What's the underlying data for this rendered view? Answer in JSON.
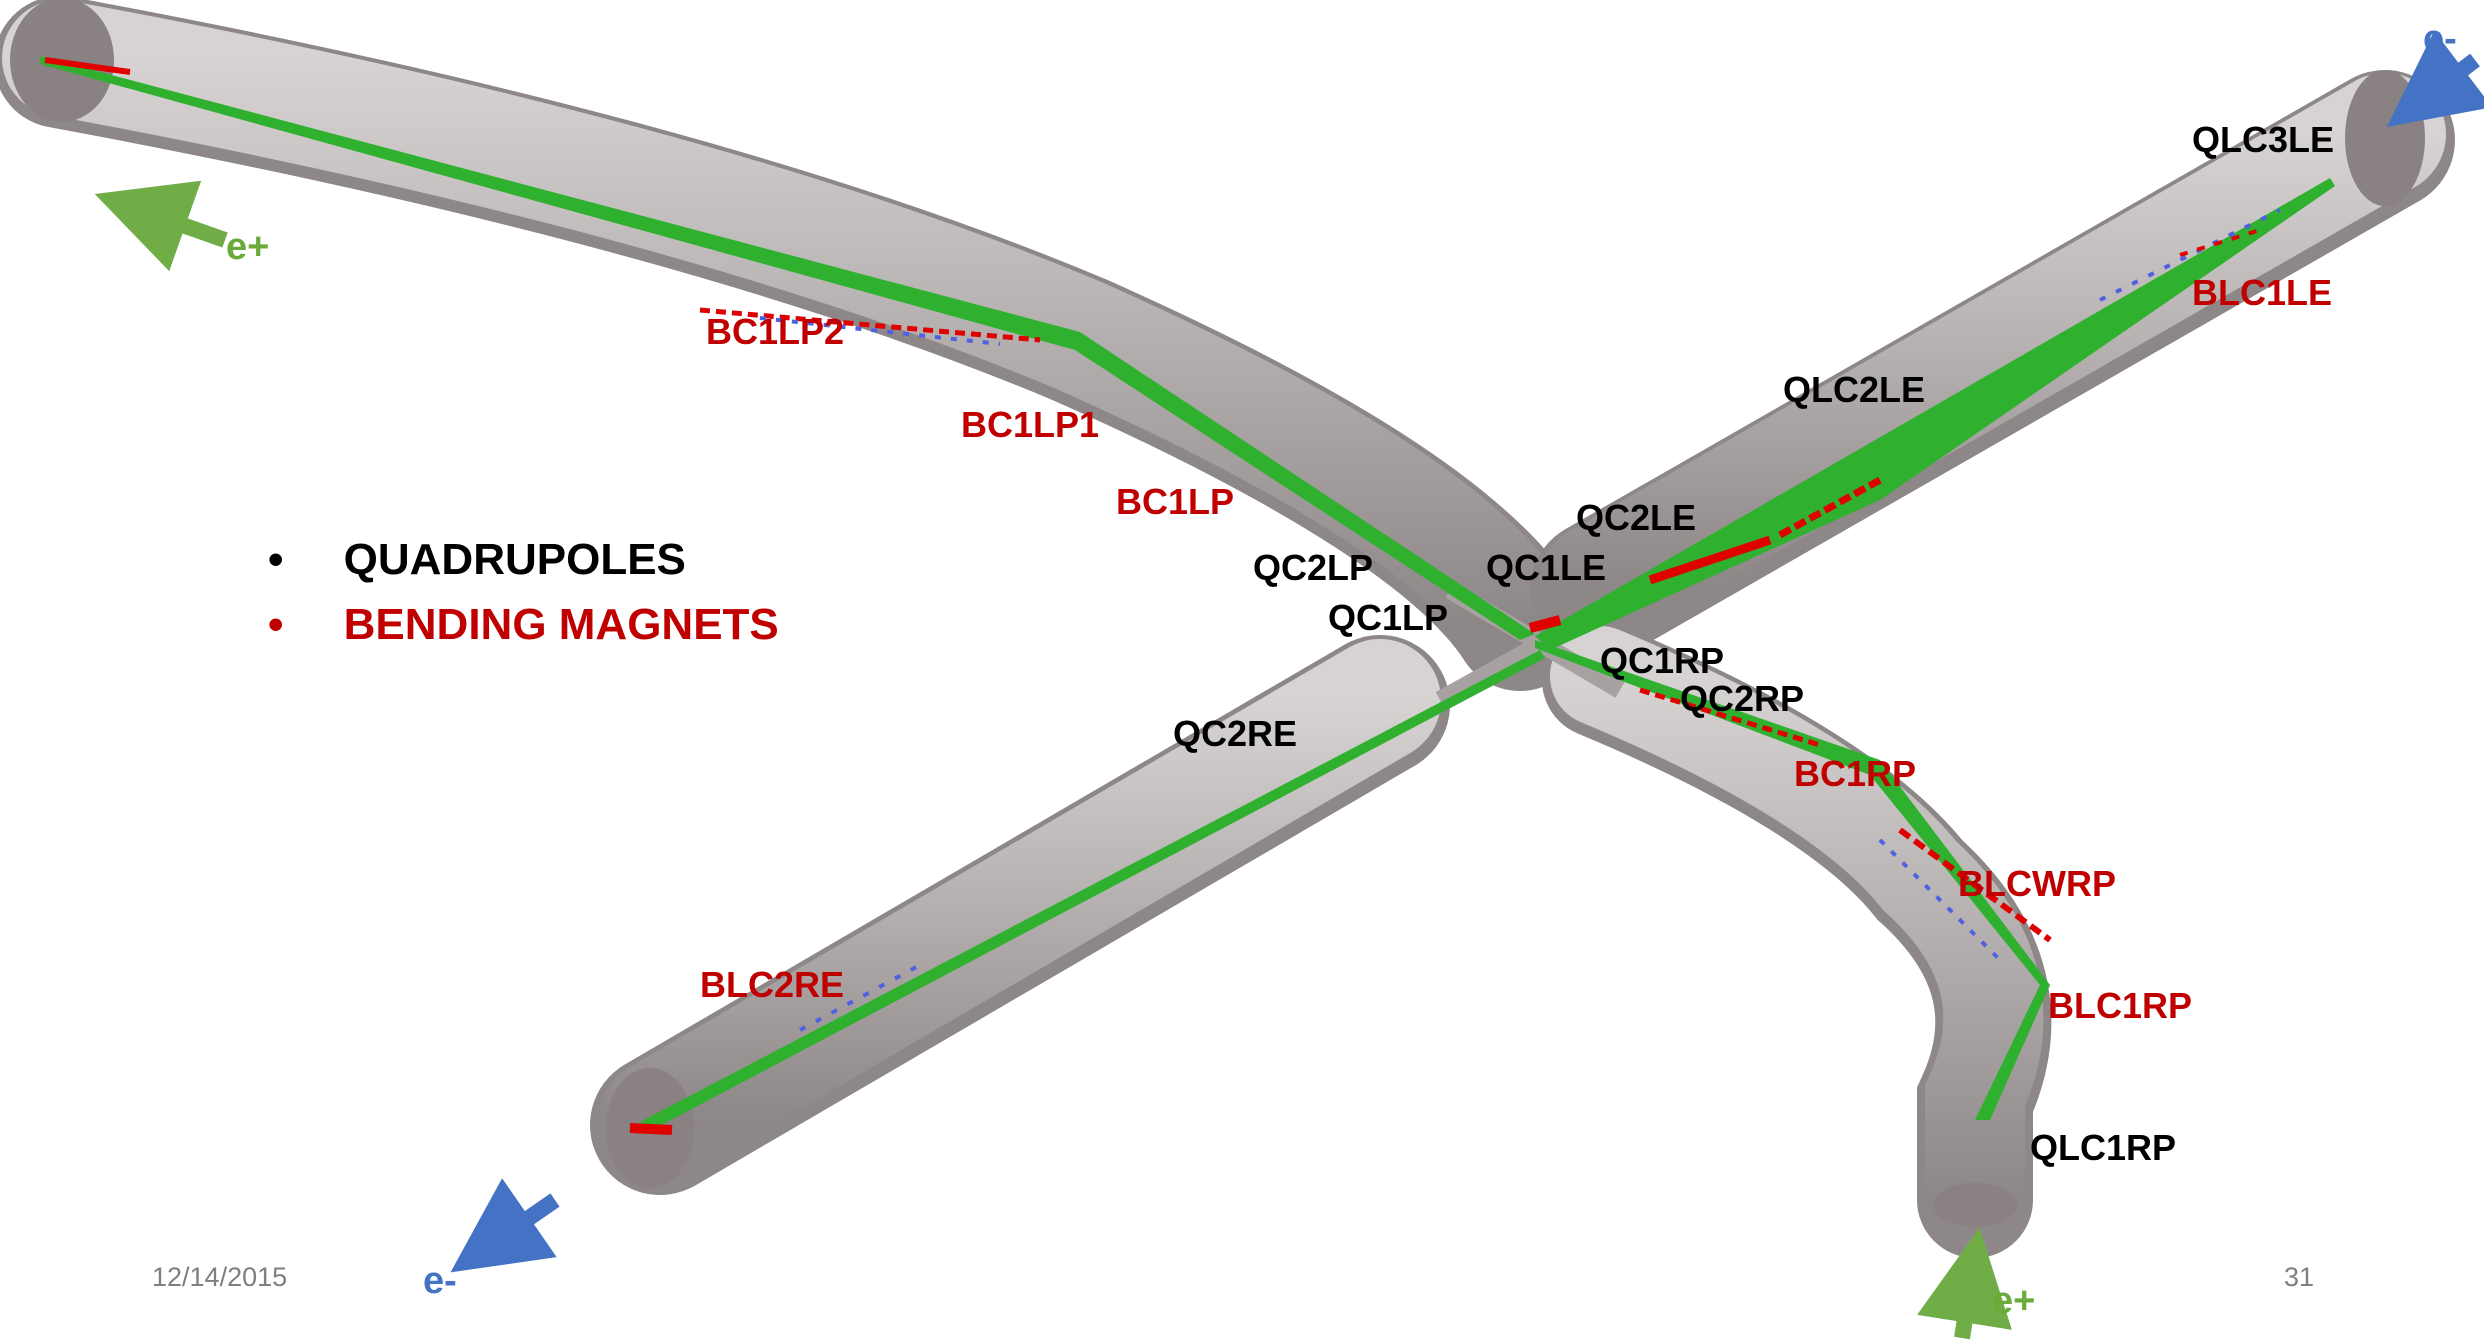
{
  "legend": {
    "items": [
      {
        "bullet": "•",
        "label": "QUADRUPOLES",
        "color": "#000000"
      },
      {
        "bullet": "•",
        "label": "BENDING MAGNETS",
        "color": "#c00000"
      }
    ]
  },
  "magnets": {
    "quadrupoles": [
      "QLC3LE",
      "QLC2LE",
      "QC2LE",
      "QC1LE",
      "QC2LP",
      "QC1LP",
      "QC1RP",
      "QC2RP",
      "QC2RE",
      "QLC1RP"
    ],
    "bending": [
      "BC1LP2",
      "BC1LP1",
      "BC1LP",
      "BLC1LE",
      "BC1RP",
      "BLCWRP",
      "BLC1RP",
      "BLC2RE"
    ]
  },
  "beams": {
    "positron": "e+",
    "electron": "e-",
    "positron_color": "#6aaa3a",
    "electron_color": "#4472c4"
  },
  "footer": {
    "date": "12/14/2015",
    "page": "31"
  },
  "colors": {
    "pipe": "#9c9595",
    "beam": "#2fb12f",
    "hits_red": "#e00000",
    "hits_blue": "#5060e0"
  }
}
